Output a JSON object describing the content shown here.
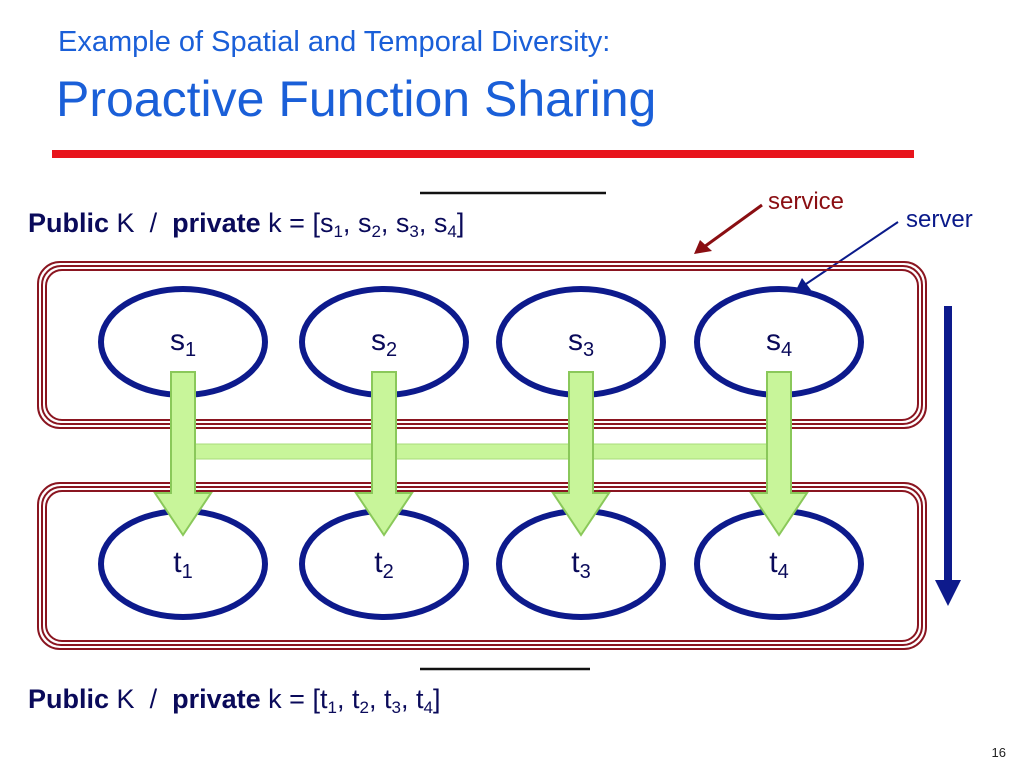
{
  "slide": {
    "subtitle": "Example of Spatial and Temporal Diversity:",
    "title": "Proactive Function Sharing",
    "page_number": "16"
  },
  "equation_top": {
    "public_word": "Public",
    "public_key": "K",
    "separator": "/",
    "private_word": "private",
    "private_key": "k",
    "equals": "= [",
    "elements": [
      {
        "base": "s",
        "sub": "1"
      },
      {
        "base": "s",
        "sub": "2"
      },
      {
        "base": "s",
        "sub": "3"
      },
      {
        "base": "s",
        "sub": "4"
      }
    ],
    "close": "]"
  },
  "equation_bottom": {
    "public_word": "Public",
    "public_key": "K",
    "separator": "/",
    "private_word": "private",
    "private_key": "k",
    "equals": "= [",
    "elements": [
      {
        "base": "t",
        "sub": "1"
      },
      {
        "base": "t",
        "sub": "2"
      },
      {
        "base": "t",
        "sub": "3"
      },
      {
        "base": "t",
        "sub": "4"
      }
    ],
    "close": "]"
  },
  "callouts": {
    "service": "service",
    "server": "server"
  },
  "nodes_top": [
    {
      "base": "s",
      "sub": "1"
    },
    {
      "base": "s",
      "sub": "2"
    },
    {
      "base": "s",
      "sub": "3"
    },
    {
      "base": "s",
      "sub": "4"
    }
  ],
  "nodes_bottom": [
    {
      "base": "t",
      "sub": "1"
    },
    {
      "base": "t",
      "sub": "2"
    },
    {
      "base": "t",
      "sub": "3"
    },
    {
      "base": "t",
      "sub": "4"
    }
  ],
  "colors": {
    "title": "#1a5fd8",
    "rule": "#e8141c",
    "group_border": "#8a1520",
    "node_stroke": "#0d1a8c",
    "arrow_fill": "#c8f59a",
    "arrow_stroke": "#8ac85a",
    "time_arrow": "#0d1a8c"
  }
}
